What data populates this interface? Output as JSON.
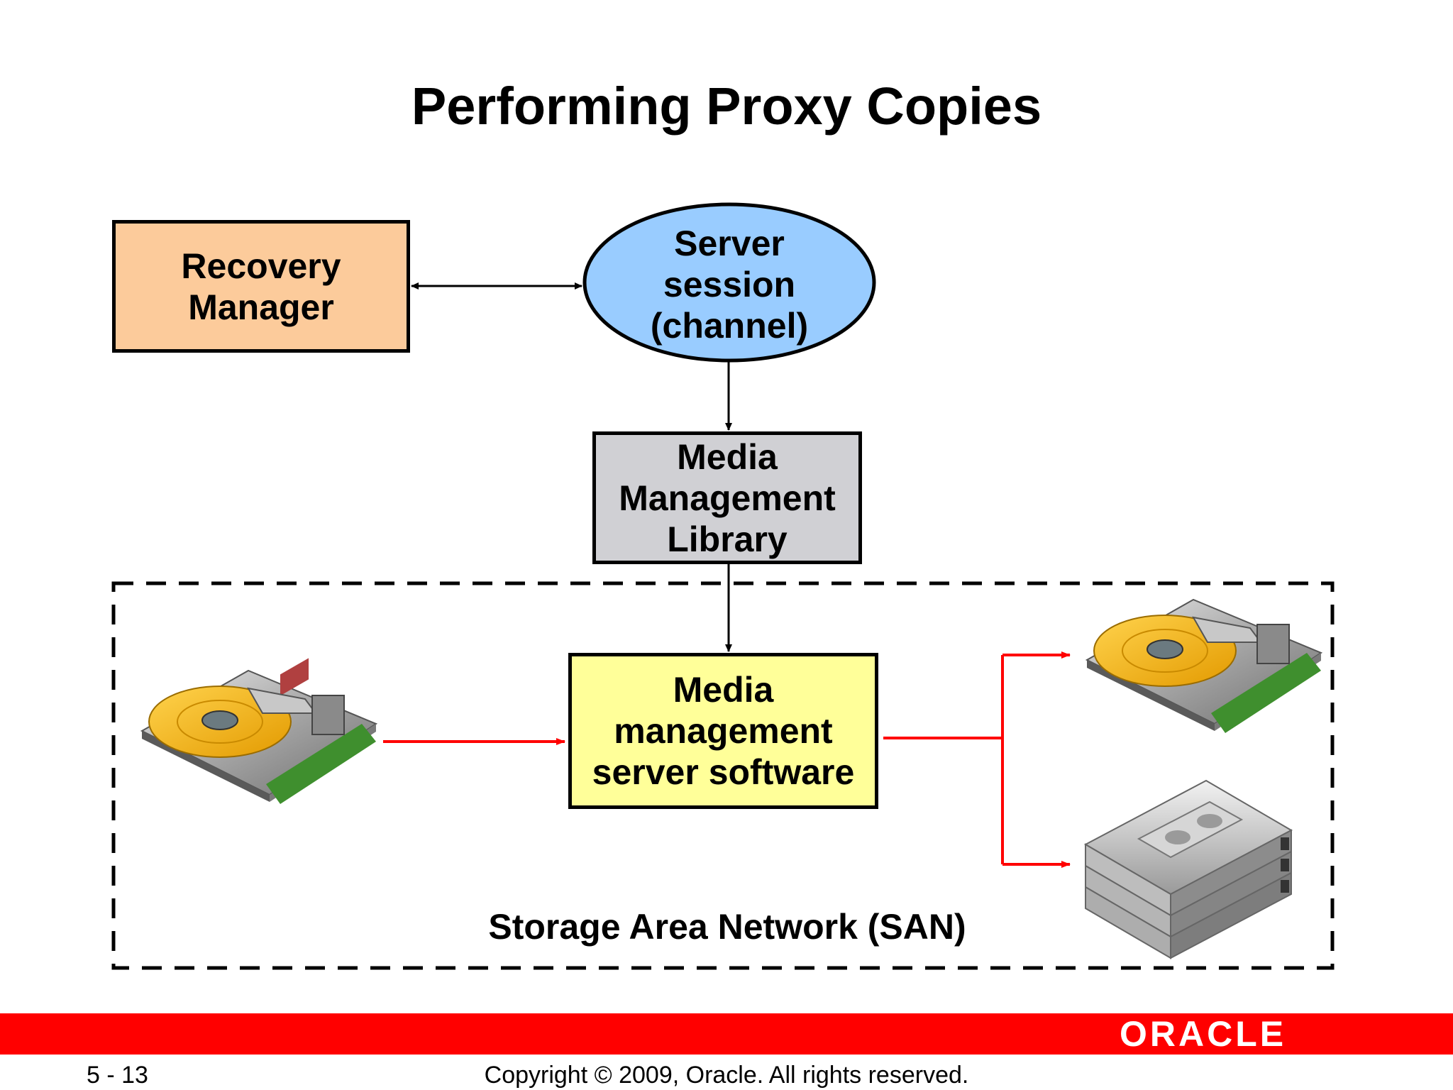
{
  "slide": {
    "title": "Performing Proxy Copies"
  },
  "nodes": {
    "recovery_manager": [
      "Recovery",
      "Manager"
    ],
    "server_session": [
      "Server",
      "session",
      "(channel)"
    ],
    "media_management_library": [
      "Media",
      "Management",
      "Library"
    ],
    "media_server_software": [
      "Media",
      "management",
      "server software"
    ]
  },
  "san": {
    "label": "Storage Area Network (SAN)"
  },
  "footer": {
    "page": "5 - 13",
    "copyright": "Copyright © 2009, Oracle. All rights reserved.",
    "logo": "ORACLE"
  },
  "colors": {
    "recovery_fill": "#fccb9b",
    "session_fill": "#99ccff",
    "library_fill": "#d0d0d4",
    "server_fill": "#ffff99",
    "flow_red": "#ff0000",
    "footer_red": "#ff0000",
    "disk_platter": "#f6b400"
  }
}
